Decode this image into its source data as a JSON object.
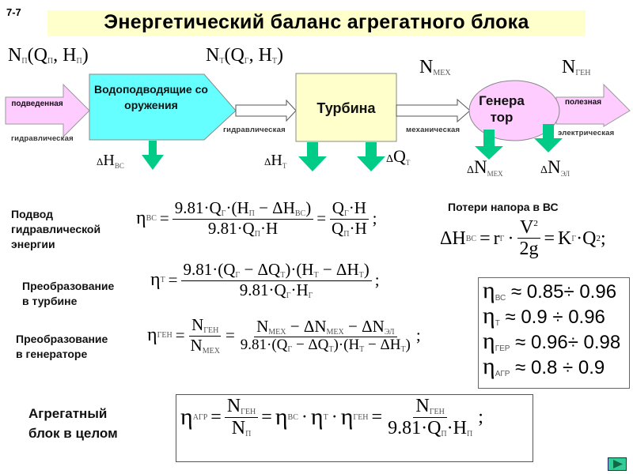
{
  "slide_number": "7-7",
  "title": "Энергетический баланс агрегатного блока",
  "diagram": {
    "top_labels": {
      "n_in": {
        "main": "N",
        "sub": "П",
        "args": "(Q",
        "args_sub": "П",
        "args2": ", H",
        "args2_sub": "П",
        "close": ")"
      },
      "n_t": {
        "main": "N",
        "sub": "Т",
        "args": "(Q",
        "args_sub": "Г",
        "args2": ", H",
        "args2_sub": "Т",
        "close": ")"
      },
      "n_mech": {
        "main": "N",
        "sub": "МЕХ"
      },
      "n_gen": {
        "main": "N",
        "sub": "ГЕН"
      }
    },
    "input_arrow": {
      "label": "подведенная",
      "caption": "гидравлическая",
      "color": "#ffccff"
    },
    "block_intake": {
      "label": "Водоподводящие сооружения",
      "color": "#66ffff"
    },
    "arrow_hydraulic": {
      "caption": "гидравлическая"
    },
    "block_turbine": {
      "label": "Турбина",
      "color": "#ffffcc"
    },
    "arrow_mechanical": {
      "caption": "механическая"
    },
    "block_generator": {
      "label": "Генератор",
      "color": "#ffccff"
    },
    "output_arrow": {
      "label": "полезная",
      "caption": "электрическая",
      "color": "#ffccff"
    },
    "loss_color": "#00cc88",
    "losses": {
      "dh_intake": {
        "delta": "Δ",
        "main": "H",
        "sub": "ВС"
      },
      "dh_turbine": {
        "delta": "Δ",
        "main": "H",
        "sub": "Т"
      },
      "dq_turbine": {
        "delta": "Δ",
        "main": "Q",
        "sub": "Т"
      },
      "dn_mech": {
        "delta": "Δ",
        "main": "N",
        "sub": "МЕХ"
      },
      "dn_el": {
        "delta": "Δ",
        "main": "N",
        "sub": "ЭЛ"
      }
    }
  },
  "sections": {
    "hydraulic_supply": {
      "label_lines": [
        "Подвод",
        "гидравлической",
        "энергии"
      ],
      "formula": {
        "lhs": "η",
        "lhs_sub": "ВС",
        "num": "9.81·Q",
        "num_sub": "Г",
        "num2": "·(H",
        "num2_sub": "П",
        "num3": " − ΔH",
        "num3_sub": "ВС",
        "num4": ")",
        "den": "9.81·Q",
        "den_sub": "П",
        "den2": "·H",
        "num_b": "Q",
        "num_b_sub": "Г",
        "num_b2": "·H",
        "den_b": "Q",
        "den_b_sub": "П",
        "den_b2": "·H",
        "end": ";"
      }
    },
    "head_loss": {
      "label": "Потери напора в ВС",
      "formula": {
        "lhs": "ΔH",
        "lhs_sub": "ВС",
        "r": "r",
        "r_sub": "Г",
        "num": "V",
        "num_sup": "2",
        "den": "2g",
        "k": "K",
        "k_sub": "Г",
        "q": "·Q",
        "q_sup": "2",
        "end": ";"
      }
    },
    "turbine": {
      "label_lines": [
        "Преобразование",
        "в турбине"
      ],
      "formula": {
        "lhs": "η",
        "lhs_sub": "Т",
        "num": "9.81·(Q",
        "num_sub": "Г",
        "num2": " − ΔQ",
        "num2_sub": "Т",
        "num3": ")·(H",
        "num3_sub": "Т",
        "num4": " − ΔH",
        "num4_sub": "Т",
        "num5": ")",
        "den": "9.81·Q",
        "den_sub": "Г",
        "den2": "·H",
        "den2_sub": "Г",
        "end": ";"
      }
    },
    "generator": {
      "label_lines": [
        "Преобразование",
        "в генераторе"
      ],
      "formula": {
        "lhs": "η",
        "lhs_sub": "ГЕН",
        "f1_num": "N",
        "f1_num_sub": "ГЕН",
        "f1_den": "N",
        "f1_den_sub": "МЕХ",
        "f2_num": "N",
        "f2_num_sub": "МЕХ",
        "f2_num2": " − ΔN",
        "f2_num2_sub": "МЕХ",
        "f2_num3": " − ΔN",
        "f2_num3_sub": "ЭЛ",
        "f2_den": "9.81·(Q",
        "f2_den_sub": "Г",
        "f2_den2": " − ΔQ",
        "f2_den2_sub": "Т",
        "f2_den3": ")·(H",
        "f2_den3_sub": "Т",
        "f2_den4": " − ΔH",
        "f2_den4_sub": "Т",
        "f2_den5": ")",
        "end": ";"
      }
    },
    "aggregate": {
      "label_lines": [
        "Агрегатный",
        "блок в целом"
      ],
      "formula": {
        "lhs": "η",
        "lhs_sub": "АГР",
        "f1_num": "N",
        "f1_num_sub": "ГЕН",
        "f1_den": "N",
        "f1_den_sub": "П",
        "prod1": "η",
        "prod1_sub": "ВС",
        "prod2": "η",
        "prod2_sub": "Т",
        "prod3": "η",
        "prod3_sub": "ГЕН",
        "f2_num": "N",
        "f2_num_sub": "ГЕН",
        "f2_den": "9.81·Q",
        "f2_den_sub": "П",
        "f2_den2": "·H",
        "f2_den2_sub": "П",
        "end": ";"
      }
    }
  },
  "efficiency_ranges": [
    {
      "symbol": "η",
      "sub": "ВС",
      "range": "≈ 0.85÷ 0.96"
    },
    {
      "symbol": "η",
      "sub": "Т",
      "range": "≈ 0.9 ÷ 0.96"
    },
    {
      "symbol": "η",
      "sub": "ГЕР",
      "range": "≈ 0.96÷ 0.98"
    },
    {
      "symbol": "η",
      "sub": "АГР",
      "range": "≈ 0.8 ÷ 0.9"
    }
  ],
  "nav": {
    "next_icon": "play-next-icon",
    "color": "#33cc99"
  }
}
